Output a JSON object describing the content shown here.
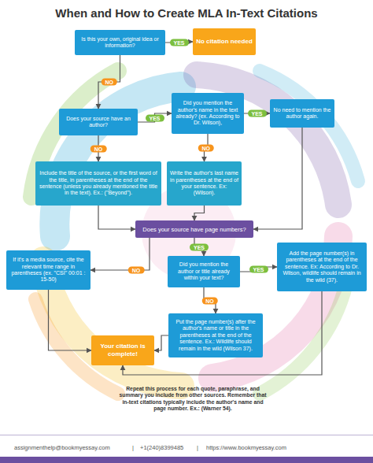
{
  "diagram": {
    "title": "When and How to Create MLA In-Text Citations",
    "nodes": [
      {
        "text": [
          "Is this your own, original idea or information?"
        ]
      },
      {
        "text": [
          "No citation needed"
        ]
      },
      {
        "text": [
          "Does your source have an author?"
        ]
      },
      {
        "text": [
          "Did you mention the author's name in the text already? (ex. According to Dr. Wilson),"
        ]
      },
      {
        "text": [
          "No need to mention the author again."
        ]
      },
      {
        "text": [
          "Include the title of the source, or the first word of the title, in parentheses at the end of the sentence (unless you already mentioned the title in the text). Ex.: (\"Beyond\")."
        ]
      },
      {
        "text": [
          "Write the author's last name in parentheses at the end of your sentence. Ex: (Wilson)."
        ]
      },
      {
        "text": [
          "Does your source have page numbers?"
        ]
      },
      {
        "text": [
          "If it's a media source, cite the relevant time range in parentheses (ex. \"CSI\" 00:01 : 15-50)"
        ]
      },
      {
        "text": [
          "Did you mention the author or title already within your text?"
        ]
      },
      {
        "text": [
          "Add the page number(s) in parentheses at the end of the sentence. Ex: According to Dr. Wilson, wildlife should remain in the wild (37)."
        ]
      },
      {
        "text": [
          "Put the page number(s) after the author's name or title in the parentheses at the end of the sentence. Ex.: Wildlife should remain in the wild (Wilson 37)."
        ]
      },
      {
        "text": [
          "Your citation is complete!"
        ]
      }
    ],
    "edges": [
      {
        "from": 0,
        "to": 1,
        "arrow": "to",
        "label": "YES"
      },
      {
        "from": 0,
        "to": 2,
        "arrow": "to",
        "label": "NO"
      },
      {
        "from": 2,
        "to": 3,
        "arrow": "to",
        "label": "YES"
      },
      {
        "from": 2,
        "to": 5,
        "arrow": "to",
        "label": "NO"
      },
      {
        "from": 3,
        "to": 4,
        "arrow": "to",
        "label": "YES"
      },
      {
        "from": 3,
        "to": 6,
        "arrow": "to",
        "label": "NO"
      },
      {
        "from": 5,
        "to": 7,
        "arrow": "to"
      },
      {
        "from": 6,
        "to": 7,
        "arrow": "to"
      },
      {
        "from": 4,
        "to": 7,
        "arrow": "to"
      },
      {
        "from": 7,
        "to": 8,
        "arrow": "to",
        "label": "NO"
      },
      {
        "from": 7,
        "to": 9,
        "arrow": "to",
        "label": "YES"
      },
      {
        "from": 9,
        "to": 10,
        "arrow": "to",
        "label": "YES"
      },
      {
        "from": 9,
        "to": 11,
        "arrow": "to",
        "label": "NO"
      },
      {
        "from": 8,
        "to": 12,
        "arrow": "to"
      },
      {
        "from": 11,
        "to": 12,
        "arrow": "to"
      },
      {
        "from": 10,
        "to": 12,
        "arrow": "to"
      }
    ],
    "labels": [
      "Repeat this process for each quote, paraphrase, and summary you include from other sources. Remember that in-text citations typically include the author's name and page number. Ex.: (Warner 54).",
      "assignmenthelp@bookmyessay.com",
      "|",
      "+1(240)8399485",
      "|",
      "https://www.bookmyessay.com"
    ]
  }
}
